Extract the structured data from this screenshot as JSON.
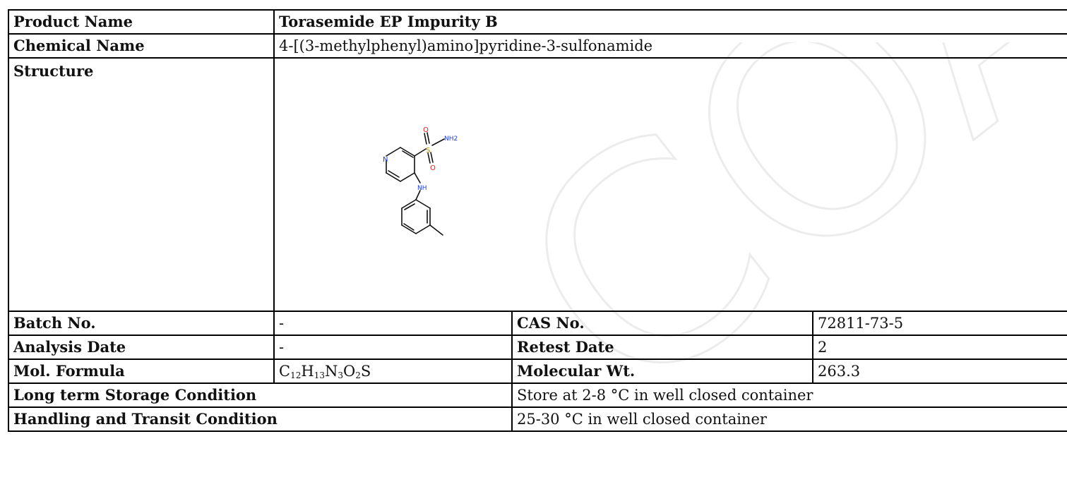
{
  "watermark_text": "COA",
  "rows": {
    "product_name": {
      "label": "Product Name",
      "value": "Torasemide EP Impurity B"
    },
    "chemical_name": {
      "label": "Chemical Name",
      "value": "4-[(3-methylphenyl)amino]pyridine-3-sulfonamide"
    },
    "structure": {
      "label": "Structure",
      "atoms": {
        "o_top": "O",
        "nh2": "NH2",
        "s": "S",
        "n_ring": "N",
        "o_bottom": "O",
        "nh": "NH"
      }
    },
    "batch": {
      "label": "Batch No.",
      "value": "-"
    },
    "cas": {
      "label": "CAS No.",
      "value": "72811-73-5"
    },
    "analysis_date": {
      "label": "Analysis Date",
      "value": "-"
    },
    "retest_date": {
      "label": "Retest Date",
      "value": "2"
    },
    "mol_formula": {
      "label": "Mol. Formula",
      "parts": [
        {
          "el": "C",
          "n": "12"
        },
        {
          "el": "H",
          "n": "13"
        },
        {
          "el": "N",
          "n": "3"
        },
        {
          "el": "O",
          "n": "2"
        },
        {
          "el": "S",
          "n": ""
        }
      ]
    },
    "mol_weight": {
      "label": "Molecular Wt.",
      "value": "263.3"
    },
    "storage": {
      "label": "Long term Storage Condition",
      "value": "Store at 2-8 °C in well closed container"
    },
    "handling": {
      "label": "Handling and Transit Condition",
      "value": "25-30 °C in well closed container"
    }
  },
  "colors": {
    "nitrogen": "#1f3fd6",
    "oxygen": "#e0201a",
    "sulfur": "#b08a00",
    "bond": "#111111",
    "watermark": "#f1f1f1"
  }
}
